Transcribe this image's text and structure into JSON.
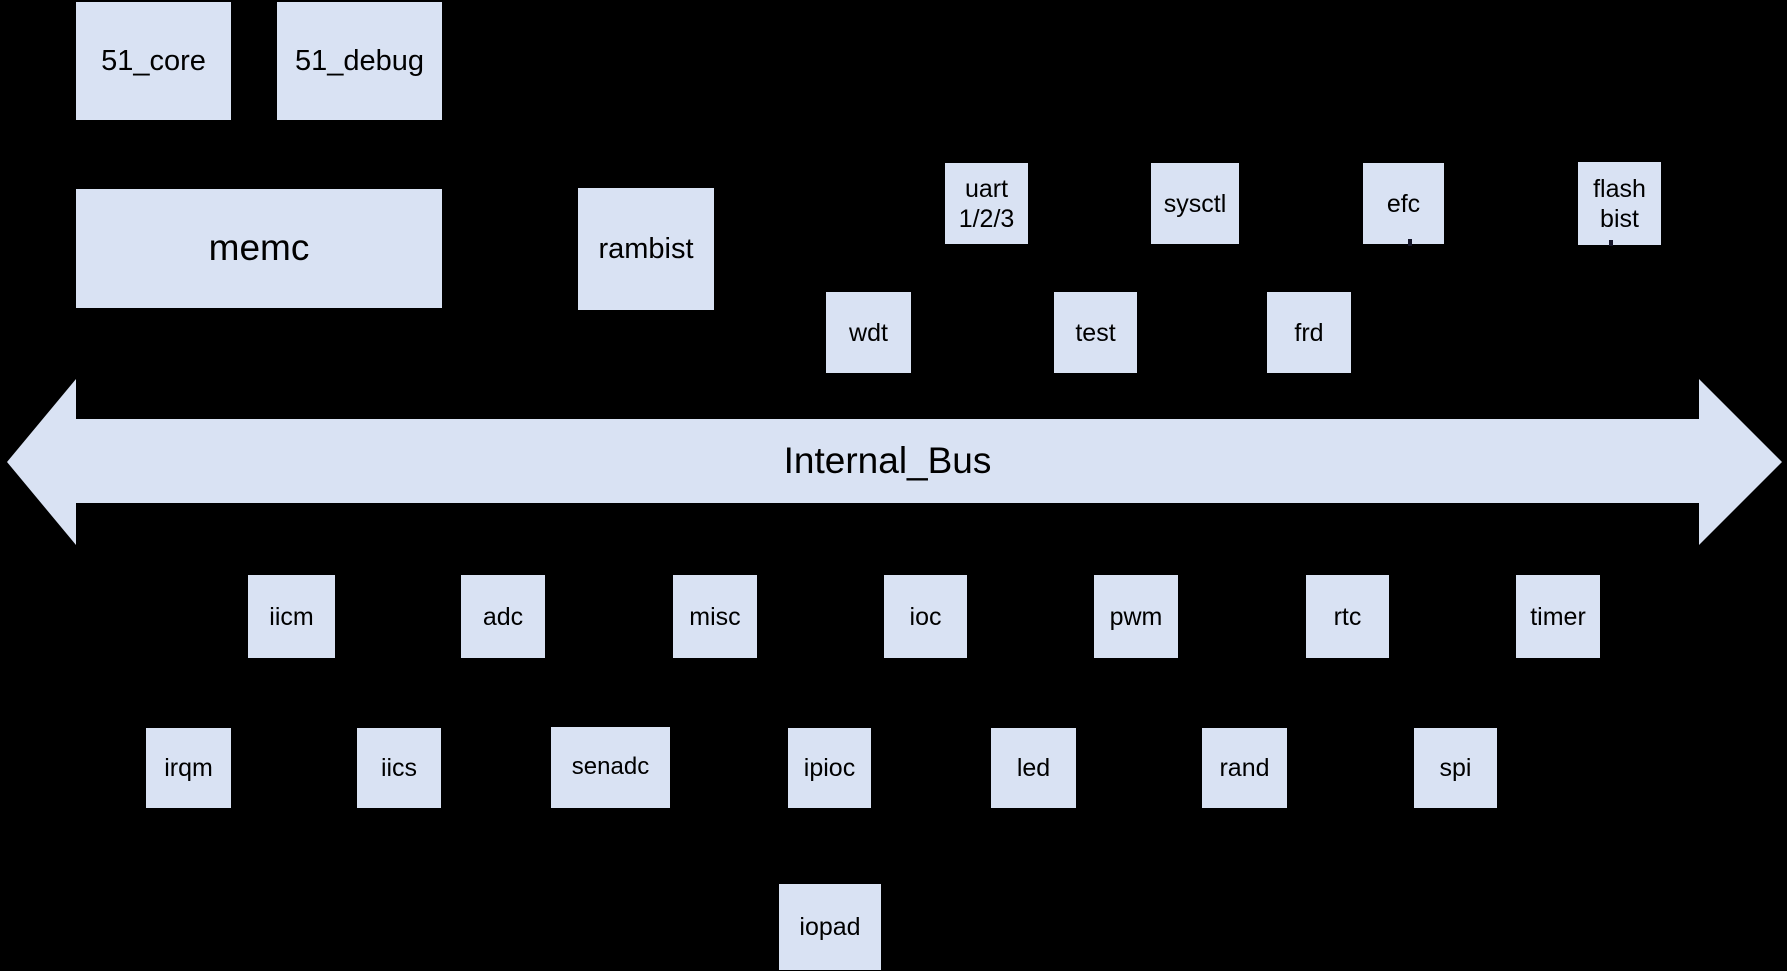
{
  "diagram": {
    "bus": {
      "label": "Internal_Bus"
    },
    "blocks": {
      "core_51": {
        "label": "51_core"
      },
      "debug_51": {
        "label": "51_debug"
      },
      "memc": {
        "label": "memc"
      },
      "rambist": {
        "label": "rambist"
      },
      "uart": {
        "label": "uart\n1/2/3"
      },
      "sysctl": {
        "label": "sysctl"
      },
      "efc": {
        "label": "efc"
      },
      "flash_bist": {
        "label": "flash\nbist"
      },
      "wdt": {
        "label": "wdt"
      },
      "test": {
        "label": "test"
      },
      "frd": {
        "label": "frd"
      },
      "iicm": {
        "label": "iicm"
      },
      "adc": {
        "label": "adc"
      },
      "misc": {
        "label": "misc"
      },
      "ioc": {
        "label": "ioc"
      },
      "pwm": {
        "label": "pwm"
      },
      "rtc": {
        "label": "rtc"
      },
      "timer": {
        "label": "timer"
      },
      "irqm": {
        "label": "irqm"
      },
      "iics": {
        "label": "iics"
      },
      "senadc": {
        "label": "senadc"
      },
      "ipioc": {
        "label": "ipioc"
      },
      "led": {
        "label": "led"
      },
      "rand": {
        "label": "rand"
      },
      "spi": {
        "label": "spi"
      },
      "iopad": {
        "label": "iopad"
      }
    }
  },
  "colors": {
    "background": "#000000",
    "shape_fill": "#d9e2f3",
    "text": "#000000"
  }
}
